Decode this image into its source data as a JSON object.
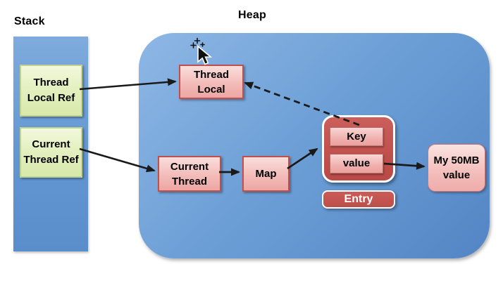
{
  "stack": {
    "label": "Stack",
    "boxes": [
      {
        "label": "Thread Local Ref"
      },
      {
        "label": "Current Thread Ref"
      }
    ]
  },
  "heap": {
    "label": "Heap",
    "nodes": {
      "thread_local": "Thread Local",
      "current_thread": "Current Thread",
      "map": "Map",
      "key": "Key",
      "value": "value",
      "entry": "Entry",
      "my_50mb_value": "My 50MB value"
    }
  },
  "icons": {
    "cursor": "move-cursor-with-sparkles"
  },
  "colors": {
    "heap_fill": "#6ea0d7",
    "stack_fill": "#6397d2",
    "pink_box_fill": "#f3bcb9",
    "pink_box_border": "#bf504d",
    "green_box_fill": "#e4f0c0",
    "green_box_border": "#bfd38e",
    "entry_fill": "#c0504c",
    "entry_border": "#ffffff",
    "arrow": "#1a1a1a",
    "text": "#000000",
    "entry_text": "#ffffff"
  }
}
